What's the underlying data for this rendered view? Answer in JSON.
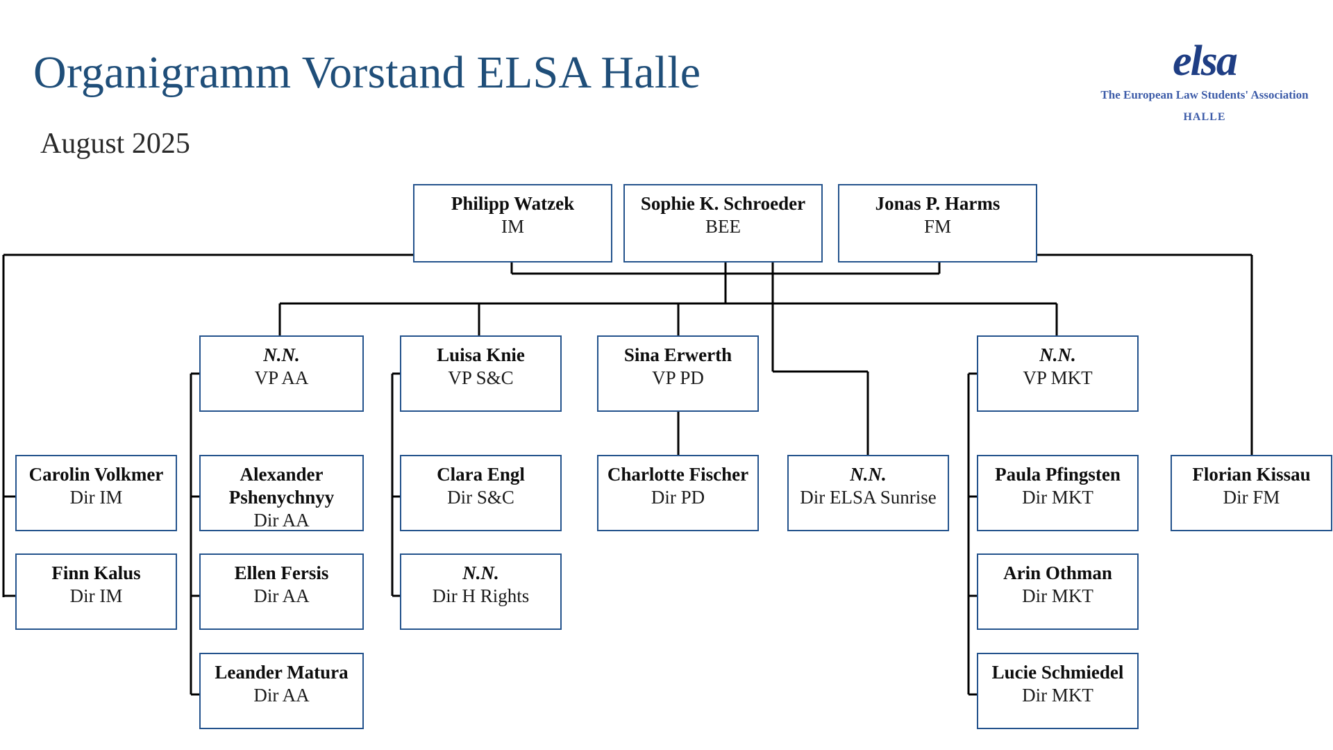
{
  "header": {
    "title": "Organigramm Vorstand ELSA Halle",
    "subtitle": "August 2025"
  },
  "logo": {
    "wordmark": "elsa",
    "tagline": "The European Law Students' Association",
    "city": "HALLE"
  },
  "colors": {
    "title_blue": "#1F4E79",
    "box_border": "#23528C",
    "logo_blue": "#1F3E84",
    "logo_tagline_blue": "#3C5BA8",
    "connector": "#000000"
  },
  "nodes": {
    "board": [
      {
        "name": "Philipp Watzek",
        "role": "IM",
        "vacant": false
      },
      {
        "name": "Sophie K. Schroeder",
        "role": "BEE",
        "vacant": false
      },
      {
        "name": "Jonas P. Harms",
        "role": "FM",
        "vacant": false
      }
    ],
    "vps": [
      {
        "name": "N.N.",
        "role": "VP AA",
        "vacant": true
      },
      {
        "name": "Luisa Knie",
        "role": "VP S&C",
        "vacant": false
      },
      {
        "name": "Sina Erwerth",
        "role": "VP PD",
        "vacant": false
      },
      {
        "name": "N.N.",
        "role": "VP MKT",
        "vacant": true
      }
    ],
    "directors_im": [
      {
        "name": "Carolin Volkmer",
        "role": "Dir IM",
        "vacant": false
      },
      {
        "name": "Finn Kalus",
        "role": "Dir IM",
        "vacant": false
      }
    ],
    "directors_aa": [
      {
        "name": "Alexander Pshenychnyy",
        "role": "Dir AA",
        "vacant": false
      },
      {
        "name": "Ellen Fersis",
        "role": "Dir AA",
        "vacant": false
      },
      {
        "name": "Leander Matura",
        "role": "Dir AA",
        "vacant": false
      }
    ],
    "directors_sc": [
      {
        "name": "Clara Engl",
        "role": "Dir S&C",
        "vacant": false
      },
      {
        "name": "N.N.",
        "role": "Dir H Rights",
        "vacant": true
      }
    ],
    "directors_pd": [
      {
        "name": "Charlotte Fischer",
        "role": "Dir PD",
        "vacant": false
      }
    ],
    "directors_bee": [
      {
        "name": "N.N.",
        "role": "Dir ELSA Sunrise",
        "vacant": true
      }
    ],
    "directors_mkt": [
      {
        "name": "Paula Pfingsten",
        "role": "Dir MKT",
        "vacant": false
      },
      {
        "name": "Arin Othman",
        "role": "Dir MKT",
        "vacant": false
      },
      {
        "name": "Lucie Schmiedel",
        "role": "Dir MKT",
        "vacant": false
      }
    ],
    "directors_fm": [
      {
        "name": "Florian Kissau",
        "role": "Dir FM",
        "vacant": false
      }
    ]
  }
}
